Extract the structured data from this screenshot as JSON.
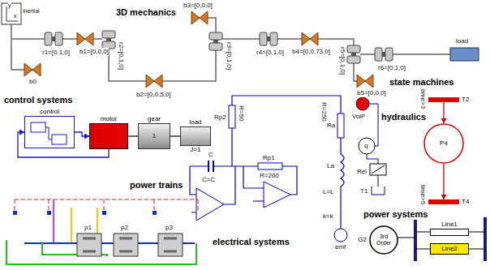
{
  "diagram": {
    "nodes": [
      {
        "text": [
          "control"
        ]
      },
      {
        "text": [
          "motor"
        ]
      },
      {
        "text": [
          "gear",
          "1"
        ]
      },
      {
        "text": [
          "load",
          "J=1"
        ]
      },
      {
        "text": [
          "T2"
        ]
      },
      {
        "text": [
          "P4"
        ]
      },
      {
        "text": [
          "T4"
        ]
      },
      {
        "text": [
          "3rd Order",
          "G2"
        ]
      },
      {
        "text": [
          "Line1"
        ]
      },
      {
        "text": [
          "Line2"
        ]
      }
    ],
    "edges": [
      {
        "from": 0,
        "to": 1,
        "arrow": "to"
      },
      {
        "from": 1,
        "to": 2,
        "arrow": "none"
      },
      {
        "from": 2,
        "to": 3,
        "arrow": "none"
      },
      {
        "from": 1,
        "to": 0,
        "arrow": "to"
      },
      {
        "from": 4,
        "to": 5,
        "arrow": "to"
      },
      {
        "from": 5,
        "to": 6,
        "arrow": "to"
      }
    ],
    "labels": [
      "y",
      "x",
      "inertial",
      "3D mechanics",
      "b3=[0,0,0]",
      "b1=[0,0,0]",
      "r1=[0,1,0]",
      "b0",
      "r2=[0,1,0]",
      "b2=[0,0.5,0]",
      "r3=[0,1,0]",
      "b4=[0,0.73,0]",
      "r4=[0,1,0]",
      "r5=[0,1,0]",
      "b5=[0,0,0]",
      "r6=[0,1,0]",
      "load",
      "state machines",
      "control systems",
      "Rp2",
      "R=50",
      "C",
      "C=C",
      "Rp1",
      "R=200",
      "R=250",
      "Ra",
      "La",
      "L=L",
      "k=k",
      "emf",
      "electrical systems",
      "hydraulics",
      "VolP",
      "q",
      "Rel",
      "T1",
      "time>3",
      "time>5",
      "power systems",
      "power trains",
      "p1",
      "p2",
      "p3"
    ]
  }
}
